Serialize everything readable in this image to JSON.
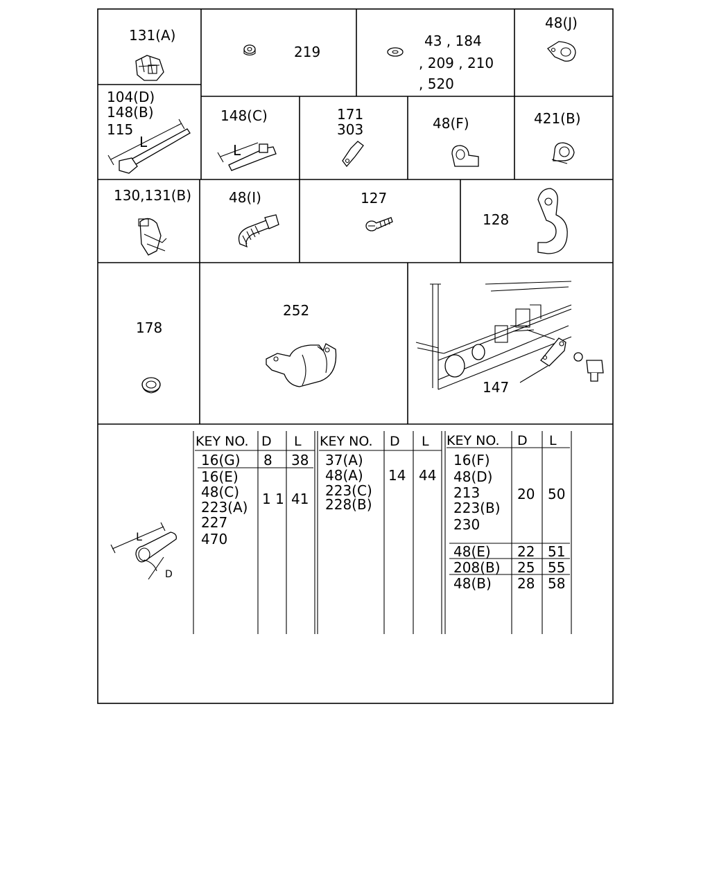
{
  "labels": {
    "p131a": "131(A)",
    "p219": "219",
    "p43": "43 , 184",
    "p209": ", 209 , 210",
    "p520": ", 520",
    "p48j": "48(J)",
    "p104d": "104(D)",
    "p148b": "148(B)",
    "p115": "115",
    "p148c": "148(C)",
    "p171": "171",
    "p303": "303",
    "p48f": "48(F)",
    "p421b": "421(B)",
    "p130": "130,131(B)",
    "p48i": "48(I)",
    "p127": "127",
    "p128": "128",
    "p178": "178",
    "p252": "252",
    "p147": "147",
    "dimL": "L",
    "dimD": "D"
  },
  "tables": [
    {
      "headers": [
        "KEY NO.",
        "D",
        "L"
      ],
      "groups": [
        {
          "keys": [
            "16(G)"
          ],
          "d": "8",
          "l": "38"
        },
        {
          "keys": [
            "16(E)",
            "48(C)",
            "223(A)",
            "227",
            "470"
          ],
          "d": "1 1",
          "l": "41"
        }
      ]
    },
    {
      "headers": [
        "KEY NO.",
        "D",
        "L"
      ],
      "groups": [
        {
          "keys": [
            "37(A)",
            "48(A)",
            "223(C)",
            "228(B)"
          ],
          "d": "14",
          "l": "44"
        }
      ]
    },
    {
      "headers": [
        "KEY NO.",
        "D",
        "L"
      ],
      "groups": [
        {
          "keys": [
            "16(F)",
            "48(D)",
            "213",
            "223(B)",
            "230"
          ],
          "d": "20",
          "l": "50"
        },
        {
          "keys": [
            "48(E)"
          ],
          "d": "22",
          "l": "51"
        },
        {
          "keys": [
            "208(B)"
          ],
          "d": "25",
          "l": "55"
        },
        {
          "keys": [
            "48(B)"
          ],
          "d": "28",
          "l": "58"
        }
      ]
    }
  ]
}
